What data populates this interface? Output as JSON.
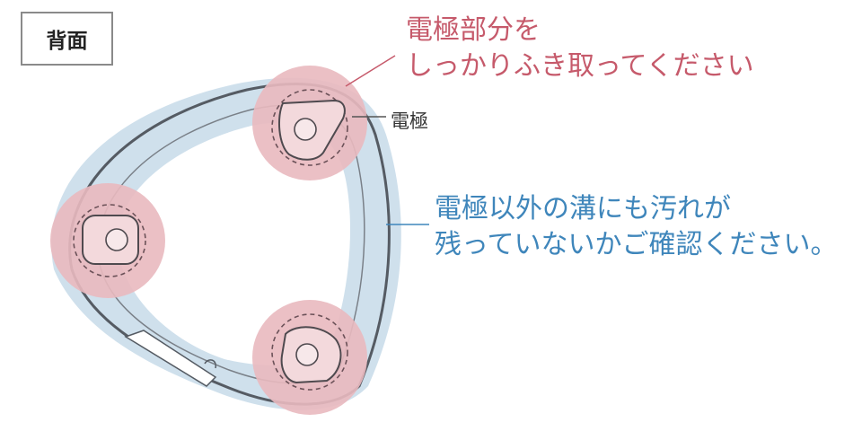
{
  "view_label": "背面",
  "callouts": {
    "wipe_line1": "電極部分を",
    "wipe_line2": "しっかりふき取ってください",
    "electrode": "電極",
    "groove_line1": "電極以外の溝にも汚れが",
    "groove_line2": "残っていないかご確認ください。"
  },
  "colors": {
    "highlight_red": "#e9b9bf",
    "callout_red": "#c65a6b",
    "groove_blue": "#cfe0ec",
    "callout_blue": "#3f86bb",
    "outline": "#555b63"
  },
  "icons": [
    "electrode-pad-icon",
    "groove-band-icon"
  ]
}
